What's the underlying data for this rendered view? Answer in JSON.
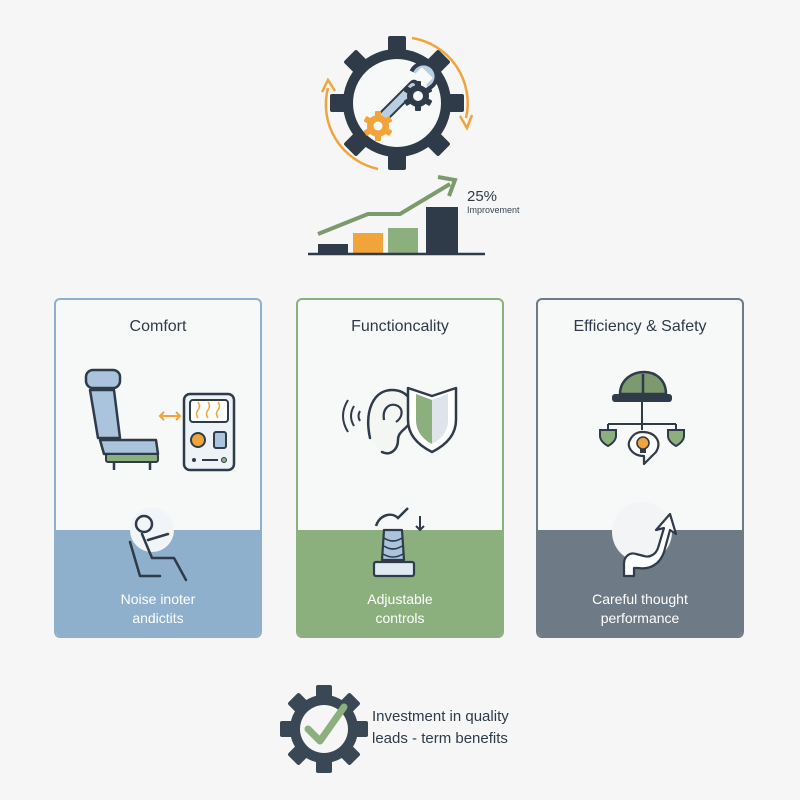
{
  "header": {
    "stat_value": "25%",
    "stat_label": "Improvement",
    "icons": [
      "gear-wrench-icon",
      "bar-growth-chart-icon"
    ]
  },
  "cards": [
    {
      "title": "Comfort",
      "caption_line1": "Noise inoter",
      "caption_line2": "andictits",
      "accent": "#8fb0cc",
      "icons": [
        "seat-icon",
        "climate-control-panel-icon",
        "reclining-person-icon"
      ]
    },
    {
      "title": "Functioncality",
      "caption_line1": "Adjustable",
      "caption_line2": "controls",
      "accent": "#8caf7e",
      "icons": [
        "ear-icon",
        "shield-icon",
        "joystick-icon"
      ]
    },
    {
      "title": "Efficiency & Safety",
      "caption_line1": "Careful thought",
      "caption_line2": "performance",
      "accent": "#6e7a86",
      "icons": [
        "hard-hat-icon",
        "lightbulb-icon",
        "growth-arrow-icon"
      ]
    }
  ],
  "footer": {
    "line1": "Investment in quality",
    "line2": "leads - term benefits",
    "icon": "gear-check-icon"
  },
  "colors": {
    "navy": "#2f3b48",
    "orange": "#f0a43a",
    "green": "#8caf7e",
    "blue": "#a9c4dc",
    "slate": "#6e7a86"
  }
}
